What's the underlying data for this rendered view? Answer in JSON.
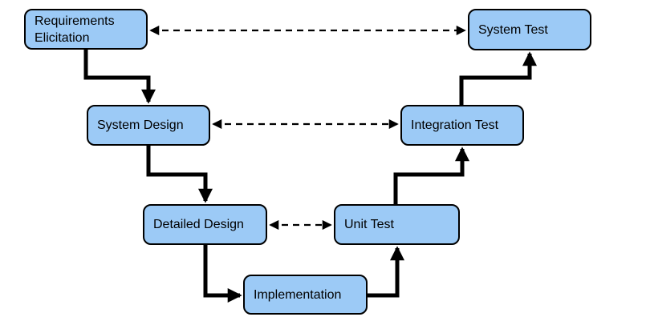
{
  "colors": {
    "node_fill": "#9CCAF6",
    "node_border": "#000000",
    "arrow": "#000000",
    "background": "#FFFFFF"
  },
  "nodes": [
    {
      "id": "requirements-elicitation",
      "label": "Requirements Elicitation"
    },
    {
      "id": "system-design",
      "label": "System Design"
    },
    {
      "id": "detailed-design",
      "label": "Detailed Design"
    },
    {
      "id": "implementation",
      "label": "Implementation"
    },
    {
      "id": "unit-test",
      "label": "Unit Test"
    },
    {
      "id": "integration-test",
      "label": "Integration Test"
    },
    {
      "id": "system-test",
      "label": "System Test"
    }
  ],
  "solid_edges": [
    {
      "from": "requirements-elicitation",
      "to": "system-design",
      "style": "solid-elbow-arrow"
    },
    {
      "from": "system-design",
      "to": "detailed-design",
      "style": "solid-elbow-arrow"
    },
    {
      "from": "detailed-design",
      "to": "implementation",
      "style": "solid-elbow-arrow"
    },
    {
      "from": "implementation",
      "to": "unit-test",
      "style": "solid-elbow-arrow"
    },
    {
      "from": "unit-test",
      "to": "integration-test",
      "style": "solid-elbow-arrow"
    },
    {
      "from": "integration-test",
      "to": "system-test",
      "style": "solid-elbow-arrow"
    }
  ],
  "dashed_edges": [
    {
      "between": [
        "requirements-elicitation",
        "system-test"
      ],
      "style": "dashed-double-arrow"
    },
    {
      "between": [
        "system-design",
        "integration-test"
      ],
      "style": "dashed-double-arrow"
    },
    {
      "between": [
        "detailed-design",
        "unit-test"
      ],
      "style": "dashed-double-arrow"
    }
  ]
}
